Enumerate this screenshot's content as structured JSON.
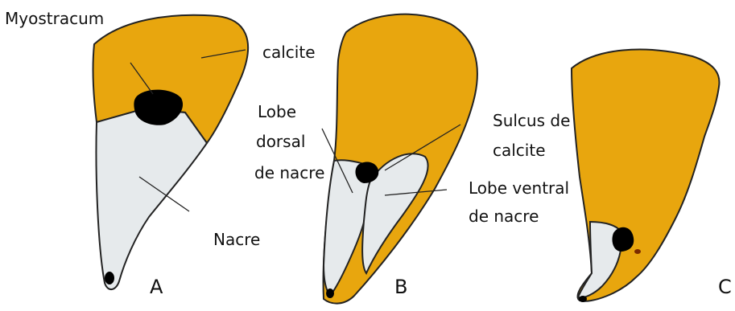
{
  "labels": {
    "myostracum": "Myostracum",
    "calcite": "calcite",
    "nacre": "Nacre",
    "lobe_dorsal": [
      "Lobe",
      "dorsal",
      "de nacre"
    ],
    "sulcus": [
      "Sulcus de",
      "calcite"
    ],
    "lobe_ventral": [
      "Lobe ventral",
      "de nacre"
    ]
  },
  "panels": [
    "A",
    "B",
    "C"
  ],
  "colors": {
    "calcite": "#E8A60E",
    "nacre": "#E6EAEC",
    "myostracum": "#000000",
    "outline": "#222222"
  }
}
